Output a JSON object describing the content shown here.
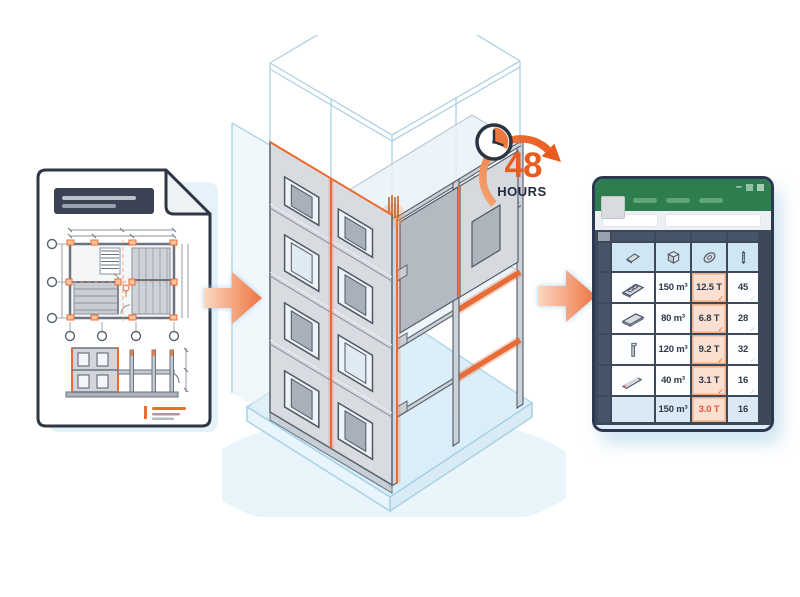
{
  "badge": {
    "value": "48",
    "unit": "HOURS",
    "icon": "clock-icon"
  },
  "glyphs": {
    "check": "✓",
    "minimize": "–"
  },
  "spreadsheet": {
    "columns": [
      {
        "icon": "panel-icon"
      },
      {
        "icon": "cube-volume-icon"
      },
      {
        "icon": "coil-weight-icon"
      },
      {
        "icon": "rebar-count-icon"
      }
    ],
    "rows": [
      {
        "element": "wall-panel",
        "volume": "150 m³",
        "weight": "12.5 T",
        "count": "45"
      },
      {
        "element": "slab",
        "volume": "80 m³",
        "weight": "6.8 T",
        "count": "28"
      },
      {
        "element": "column",
        "volume": "120 m³",
        "weight": "9.2 T",
        "count": "32"
      },
      {
        "element": "beam",
        "volume": "40 m³",
        "weight": "3.1 T",
        "count": "16"
      }
    ],
    "total": {
      "volume": "150 m³",
      "weight": "3.0 T",
      "count": "16"
    }
  },
  "colors": {
    "accent_orange": "#ED6B30",
    "excel_green": "#2E7D4F",
    "header_slate": "#475369",
    "grid_navy": "#3D4859",
    "peach": "#FBDFD0",
    "light_blue": "#D9EAF6",
    "alert_red": "#E25840"
  }
}
